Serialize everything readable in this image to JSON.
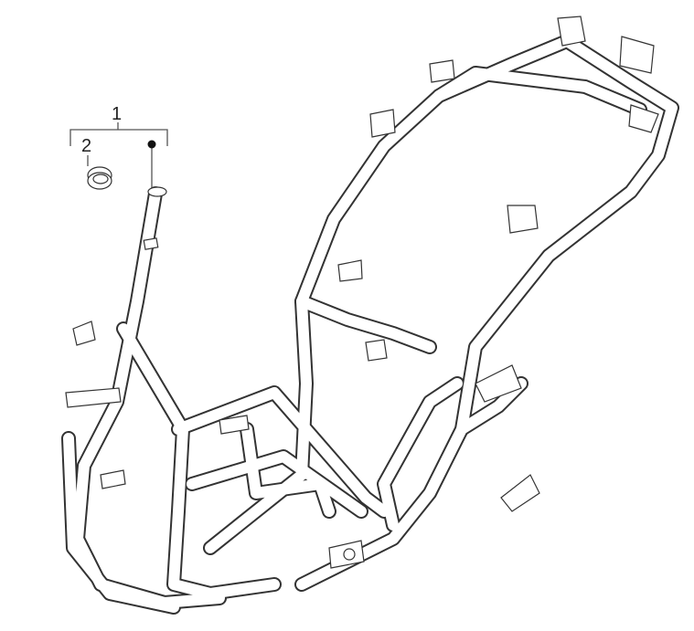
{
  "diagram": {
    "callouts": [
      {
        "id": "callout-1",
        "text": "1"
      },
      {
        "id": "callout-2",
        "text": "2"
      }
    ],
    "parts": [
      "frame",
      "steering-bearing-ring"
    ],
    "line_color": "#333333",
    "background": "#ffffff"
  }
}
